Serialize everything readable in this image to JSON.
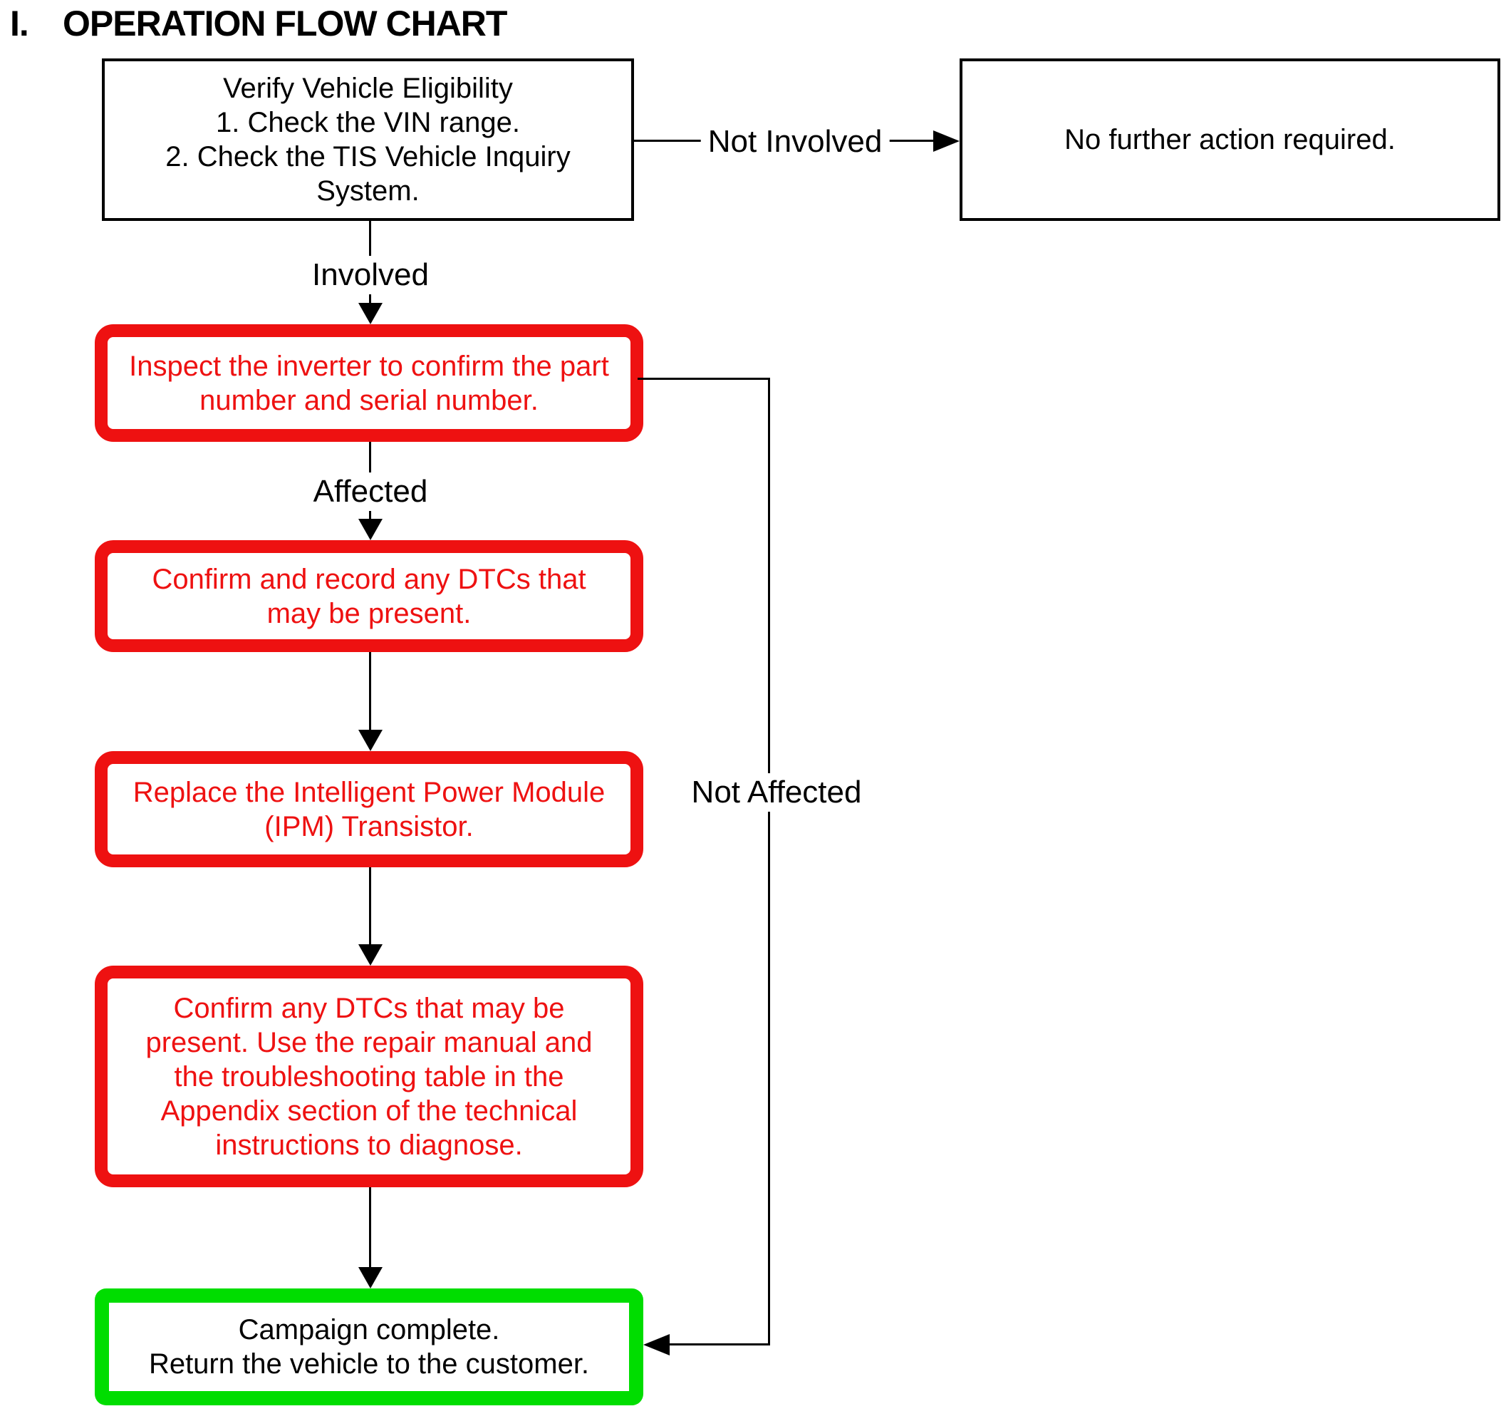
{
  "heading": {
    "numeral": "I.",
    "title": "OPERATION FLOW CHART"
  },
  "colors": {
    "flow_red": "#ee1111",
    "flow_green": "#00dd00",
    "line_black": "#000000",
    "background": "#ffffff"
  },
  "nodes": {
    "verify_eligibility": {
      "type": "start-step",
      "lines": [
        "Verify Vehicle Eligibility",
        "1. Check the VIN range.",
        "2. Check the TIS Vehicle Inquiry",
        "System."
      ]
    },
    "no_further_action": {
      "type": "end-step",
      "text": "No further action required."
    },
    "inspect_inverter": {
      "type": "campaign-step",
      "lines": [
        "Inspect the inverter to confirm the part",
        "number and serial number."
      ]
    },
    "confirm_record_dtcs": {
      "type": "campaign-step",
      "lines": [
        "Confirm and record any DTCs that",
        "may be present."
      ]
    },
    "replace_ipm": {
      "type": "campaign-step",
      "lines": [
        "Replace the Intelligent Power Module",
        "(IPM) Transistor."
      ]
    },
    "confirm_diagnose": {
      "type": "campaign-step",
      "lines": [
        "Confirm any DTCs that may be",
        "present. Use the repair manual and",
        "the troubleshooting table in the",
        "Appendix section of the technical",
        "instructions to diagnose."
      ]
    },
    "campaign_complete": {
      "type": "complete-step",
      "lines": [
        "Campaign complete.",
        "Return the vehicle to the customer."
      ]
    }
  },
  "edge_labels": {
    "not_involved": "Not Involved",
    "involved": "Involved",
    "affected": "Affected",
    "not_affected": "Not Affected"
  }
}
